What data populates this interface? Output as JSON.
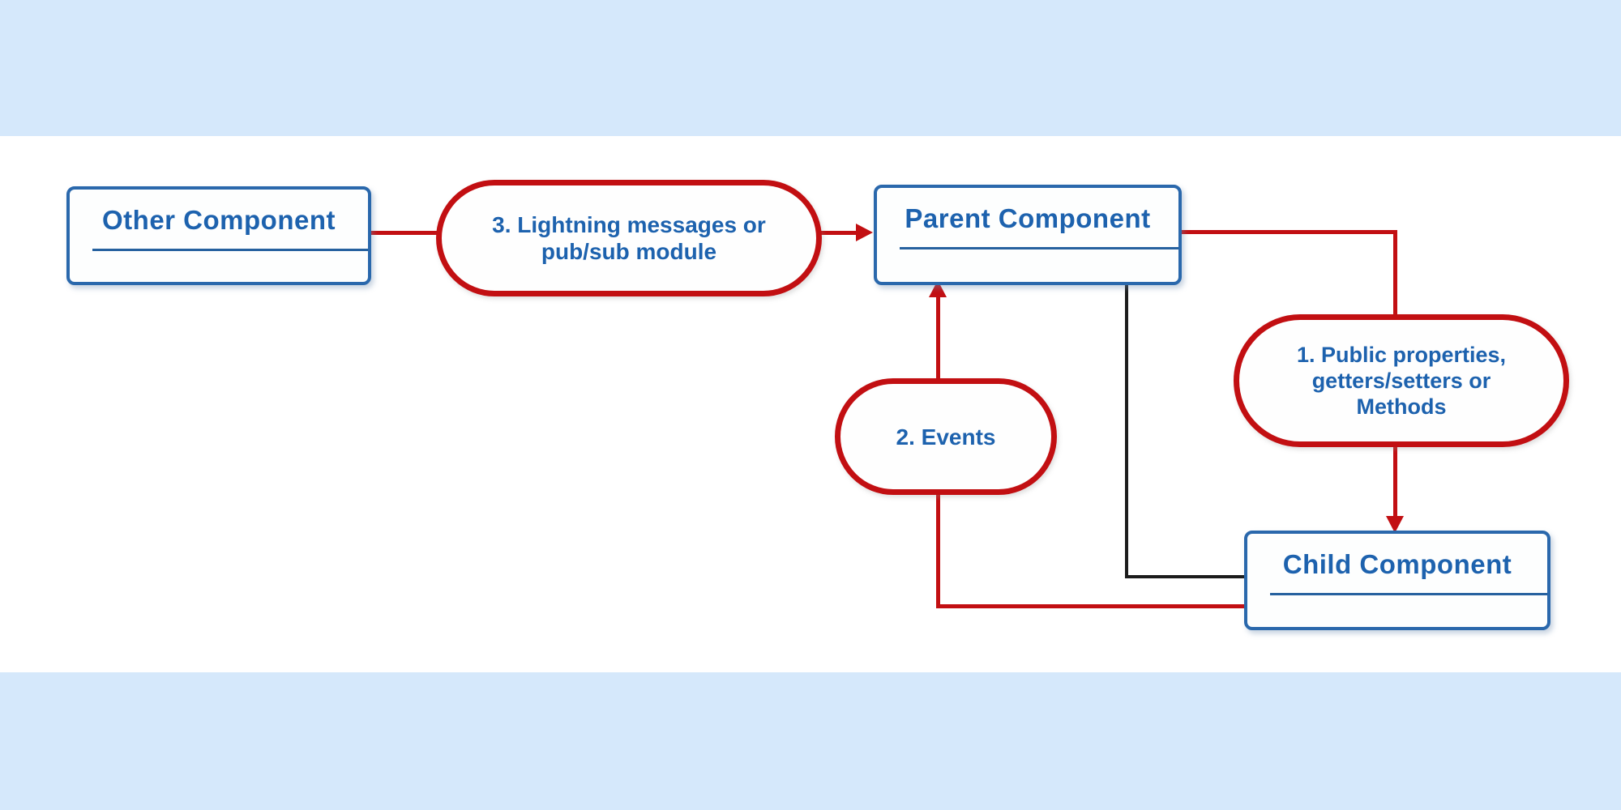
{
  "colors": {
    "background_band": "#d5e8fb",
    "canvas": "#ffffff",
    "node_text_blue": "#1d62ae",
    "node_border_blue": "#2a68ac",
    "connector_red": "#c20f12",
    "connector_black": "#1c1c1c"
  },
  "boxes": {
    "other": {
      "label": "Other Component"
    },
    "parent": {
      "label": "Parent Component"
    },
    "child": {
      "label": "Child Component"
    }
  },
  "ovals": {
    "messages": {
      "label": "3. Lightning messages or\npub/sub module"
    },
    "events": {
      "label": "2. Events"
    },
    "properties": {
      "label": "1. Public properties,\ngetters/setters or\nMethods"
    }
  }
}
